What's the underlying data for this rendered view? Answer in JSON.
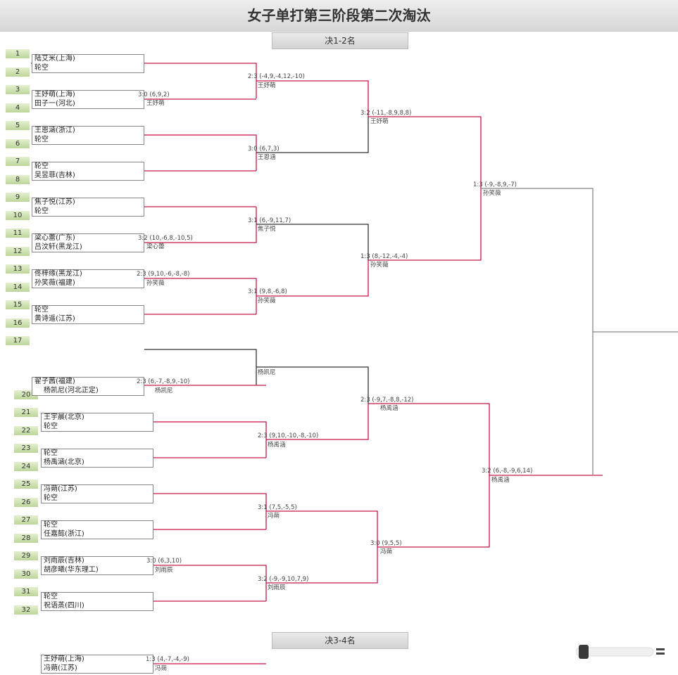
{
  "title": "女子单打第三阶段第二次淘汰",
  "sections": {
    "final": "决1-2名",
    "third": "决3-4名"
  },
  "colors": {
    "winner": "#c8174a",
    "loser": "#333333",
    "seed_bg": "#c9dcaa"
  },
  "seeds": [
    "1",
    "2",
    "3",
    "4",
    "5",
    "6",
    "7",
    "8",
    "9",
    "10",
    "11",
    "12",
    "13",
    "14",
    "15",
    "16",
    "17",
    "20",
    "21",
    "22",
    "23",
    "24",
    "25",
    "26",
    "27",
    "28",
    "29",
    "30",
    "31",
    "32"
  ],
  "players": {
    "p1": "陆艾米(上海)",
    "p2": "轮空",
    "p3": "王妤萌(上海)",
    "p4": "田子一(河北)",
    "p5": "王恩涵(浙江)",
    "p6": "轮空",
    "p7": "轮空",
    "p8": "吴昱菲(吉林)",
    "p9": "焦子悦(江苏)",
    "p10": "轮空",
    "p11": "梁心蕾(广东)",
    "p12": "吕汶轩(黑龙江)",
    "p13": "佟梓缘(黑龙江)",
    "p14": "孙笑薇(福建)",
    "p15": "轮空",
    "p16": "黄诗遥(江苏)",
    "p19": "翟子茜(福建)",
    "p20": "杨凯尼(河北正定)",
    "p21": "王宇晨(北京)",
    "p22": "轮空",
    "p23": "轮空",
    "p24": "杨禹涵(北京)",
    "p25": "冯蒴(江苏)",
    "p26": "轮空",
    "p27": "轮空",
    "p28": "任嘉懿(浙江)",
    "p29": "刘雨辰(吉林)",
    "p30": "胡彦曦(华东理工)",
    "p31": "轮空",
    "p32": "祝语蒸(四川)",
    "t1": "王妤萌(上海)",
    "t2": "冯蒴(江苏)"
  },
  "matches": {
    "r1_3_4": {
      "score": "3:0 (6,9,2)",
      "winner": "王妤萌"
    },
    "r1_11_12": {
      "score": "3:2 (10,-6,8,-10,5)",
      "winner": "梁心蕾"
    },
    "r1_13_14": {
      "score": "2:3 (9,10,-6,-8,-8)",
      "winner": "孙笑薇"
    },
    "r1_19_20": {
      "score": "2:3 (6,-7,-8,9,-10)",
      "winner": "杨凯尼"
    },
    "r1_29_30": {
      "score": "3:0 (6,3,10)",
      "winner": "刘雨辰"
    },
    "r2_a": {
      "score": "2:3 (-4,9,-4,12,-10)",
      "winner": "王妤萌"
    },
    "r2_b": {
      "score": "3:0 (6,7,3)",
      "winner": "王恩涵"
    },
    "r2_c": {
      "score": "3:1 (6,-9,11,7)",
      "winner": "焦子悦"
    },
    "r2_d": {
      "score": "3:1 (9,8,-6,8)",
      "winner": "孙笑薇"
    },
    "r2_e": {
      "score": "",
      "winner": "杨凯尼"
    },
    "r2_f": {
      "score": "2:3 (9,10,-10,-8,-10)",
      "winner": "杨禹涵"
    },
    "r2_g": {
      "score": "3:1 (7,5,-5,5)",
      "winner": "冯蒴"
    },
    "r2_h": {
      "score": "3:2 (-9,-9,10,7,9)",
      "winner": "刘雨辰"
    },
    "qf_a": {
      "score": "3:2 (-11,-8,9,8,8)",
      "winner": "王妤萌"
    },
    "qf_b": {
      "score": "1:3 (8,-12,-4,-4)",
      "winner": "孙笑薇"
    },
    "qf_c": {
      "score": "2:3 (-9,7,-8,8,-12)",
      "winner": "杨禹涵"
    },
    "qf_d": {
      "score": "3:0 (9,5,5)",
      "winner": "冯蒴"
    },
    "sf_a": {
      "score": "1:3 (-9,-8,9,-7)",
      "winner": "孙笑薇"
    },
    "sf_b": {
      "score": "3:2 (6,-8,-9,6,14)",
      "winner": "杨禹涵"
    },
    "third": {
      "score": "1:3 (4,-7,-4,-9)",
      "winner": "冯蒴"
    }
  }
}
